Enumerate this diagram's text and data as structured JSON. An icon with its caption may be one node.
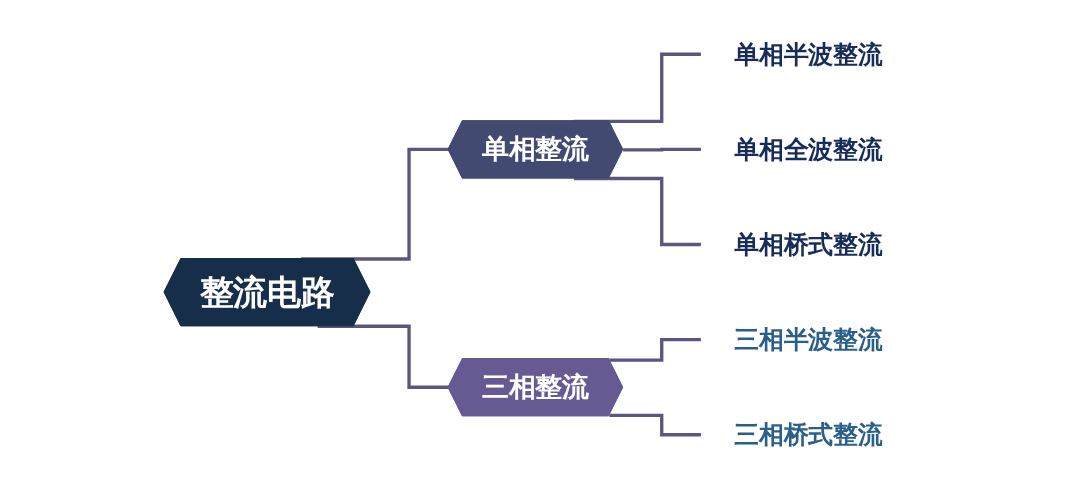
{
  "diagram": {
    "nodes": [
      {
        "text": [
          "整流电路"
        ]
      },
      {
        "text": [
          "单相整流"
        ]
      },
      {
        "text": [
          "单相半波整流"
        ]
      },
      {
        "text": [
          "单相全波整流"
        ]
      },
      {
        "text": [
          "单相桥式整流"
        ]
      },
      {
        "text": [
          "三相整流"
        ]
      },
      {
        "text": [
          "三相半波整流"
        ]
      },
      {
        "text": [
          "三相桥式整流"
        ]
      }
    ],
    "edges": [
      {
        "from": 0,
        "to": 1,
        "arrow": "none"
      },
      {
        "from": 0,
        "to": 5,
        "arrow": "none"
      },
      {
        "from": 1,
        "to": 2,
        "arrow": "none"
      },
      {
        "from": 1,
        "to": 3,
        "arrow": "none"
      },
      {
        "from": 1,
        "to": 4,
        "arrow": "none"
      },
      {
        "from": 5,
        "to": 6,
        "arrow": "none"
      },
      {
        "from": 5,
        "to": 7,
        "arrow": "none"
      }
    ]
  }
}
